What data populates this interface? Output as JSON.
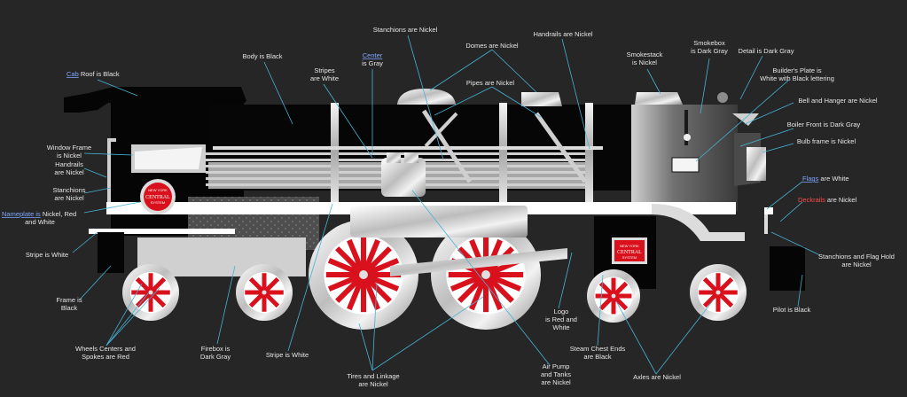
{
  "colors": {
    "background": "#262626",
    "body": "#050505",
    "nickel": "#d6d6d6",
    "dark_gray": "#5a5a5a",
    "wheel_red": "#d8111c",
    "leader": "#46b3d6"
  },
  "logo": {
    "line1": "NEW YORK",
    "line2": "CENTRAL",
    "line3": "SYSTEM"
  },
  "labels": {
    "cab_roof": {
      "link": "Cab",
      "text": " Roof is Black"
    },
    "body": "Body is Black",
    "stripes": [
      "Stripes",
      "are White"
    ],
    "center": {
      "link": "Center",
      "text": "is Gray"
    },
    "stanchions_top": "Stanchions are Nickel",
    "domes": "Domes are Nickel",
    "pipes": "Pipes are Nickel",
    "handrails_top": "Handrails are Nickel",
    "smokestack": [
      "Smokestack",
      "is Nickel"
    ],
    "smokebox": [
      "Smokebox",
      "is Dark Gray"
    ],
    "detail": "Detail is Dark Gray",
    "builders_plate": [
      "Builder's Plate is",
      "White with Black lettering"
    ],
    "bell": "Bell and Hanger are Nickel",
    "boiler_front": "Boiler Front is Dark Gray",
    "bulb_frame": "Bulb frame is Nickel",
    "flags": {
      "link": "Flags",
      "text": " are White"
    },
    "deckrails": {
      "link": "Deckrails",
      "text": " are Nickel"
    },
    "stanchions_flag": [
      "Stanchions and Flag Hold",
      "are Nickel"
    ],
    "pilot": "Pilot is Black",
    "window_frame": [
      "Window Frame",
      "is Nickel"
    ],
    "handrails_left": [
      "Handrails",
      "are Nickel"
    ],
    "stanchions_left": [
      "Stanchions",
      "are Nickel"
    ],
    "nameplate": {
      "link": "Nameplate is",
      "text": " Nickel, Red",
      "line2": "and White"
    },
    "stripe_left": "Stripe is White",
    "frame": [
      "Frame is",
      "Black"
    ],
    "wheels": [
      "Wheels Centers and",
      "Spokes are Red"
    ],
    "firebox": [
      "Firebox is",
      "Dark Gray"
    ],
    "stripe_bottom": "Stripe is White",
    "tires": [
      "Tires and Linkage",
      "are Nickel"
    ],
    "air_pump": [
      "Air  Pump",
      "and Tanks",
      "are Nickel"
    ],
    "logo_label": [
      "Logo",
      "is Red and",
      "White"
    ],
    "steam_chest": [
      "Steam Chest Ends",
      "are Black"
    ],
    "axles": "Axles are Nickel"
  }
}
